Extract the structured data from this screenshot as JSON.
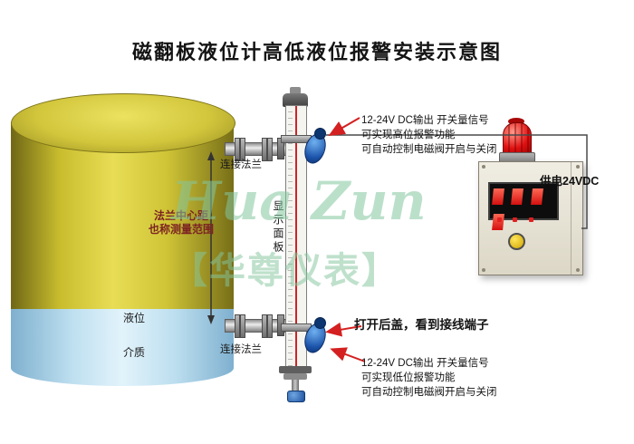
{
  "title": "磁翻板液位计高低液位报警安装示意图",
  "tank": {
    "range_line1": "法兰中心距",
    "range_line2": "也称测量范围",
    "level": "液位",
    "medium": "介质",
    "flange_top": "连接法兰",
    "flange_bottom": "连接法兰"
  },
  "gauge": {
    "panel": "显示面板"
  },
  "annotations": {
    "top": [
      "12-24V DC输出 开关量信号",
      "可实现高位报警功能",
      "可自动控制电磁阀开启与关闭"
    ],
    "open_cover": "打开后盖，看到接线端子",
    "bottom": [
      "12-24V DC输出 开关量信号",
      "可实现低位报警功能",
      "可自动控制电磁阀开启与关闭"
    ]
  },
  "cabinet": {
    "power": "供电24VDC"
  },
  "watermark": {
    "brand_en": "Hua Zun",
    "brand_cn": "【华尊仪表】"
  },
  "colors": {
    "tank_yellow": "#d8cc34",
    "liquid_blue": "#bfe0f0",
    "alarm_red": "#e01010",
    "arrow_red": "#d42020",
    "dim_line": "#333333",
    "watermark_green": "#84c69e"
  }
}
